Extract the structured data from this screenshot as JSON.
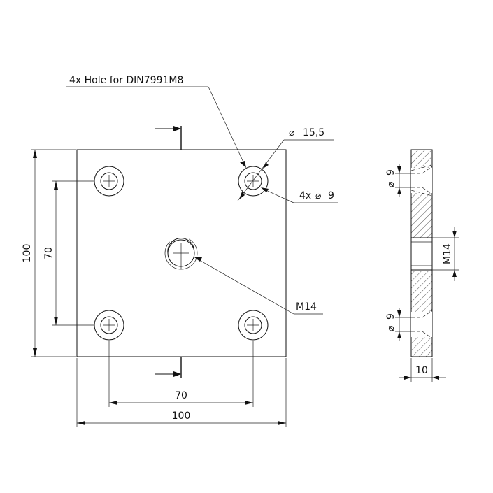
{
  "labels": {
    "hole_callout": "4x Hole for DIN7991M8",
    "counterbore_dia": "15,5",
    "hole_dia": "4x",
    "hole_dia_value": "9",
    "thread_center": "M14",
    "dim_height_total": "100",
    "dim_height_pitch": "70",
    "dim_width_pitch": "70",
    "dim_width_total": "100",
    "side_dia_top": "9",
    "side_dia_bottom": "9",
    "side_thread": "M14",
    "side_thickness": "10"
  },
  "symbols": {
    "diameter": "⌀"
  },
  "colors": {
    "line": "#111111",
    "background": "#ffffff"
  }
}
